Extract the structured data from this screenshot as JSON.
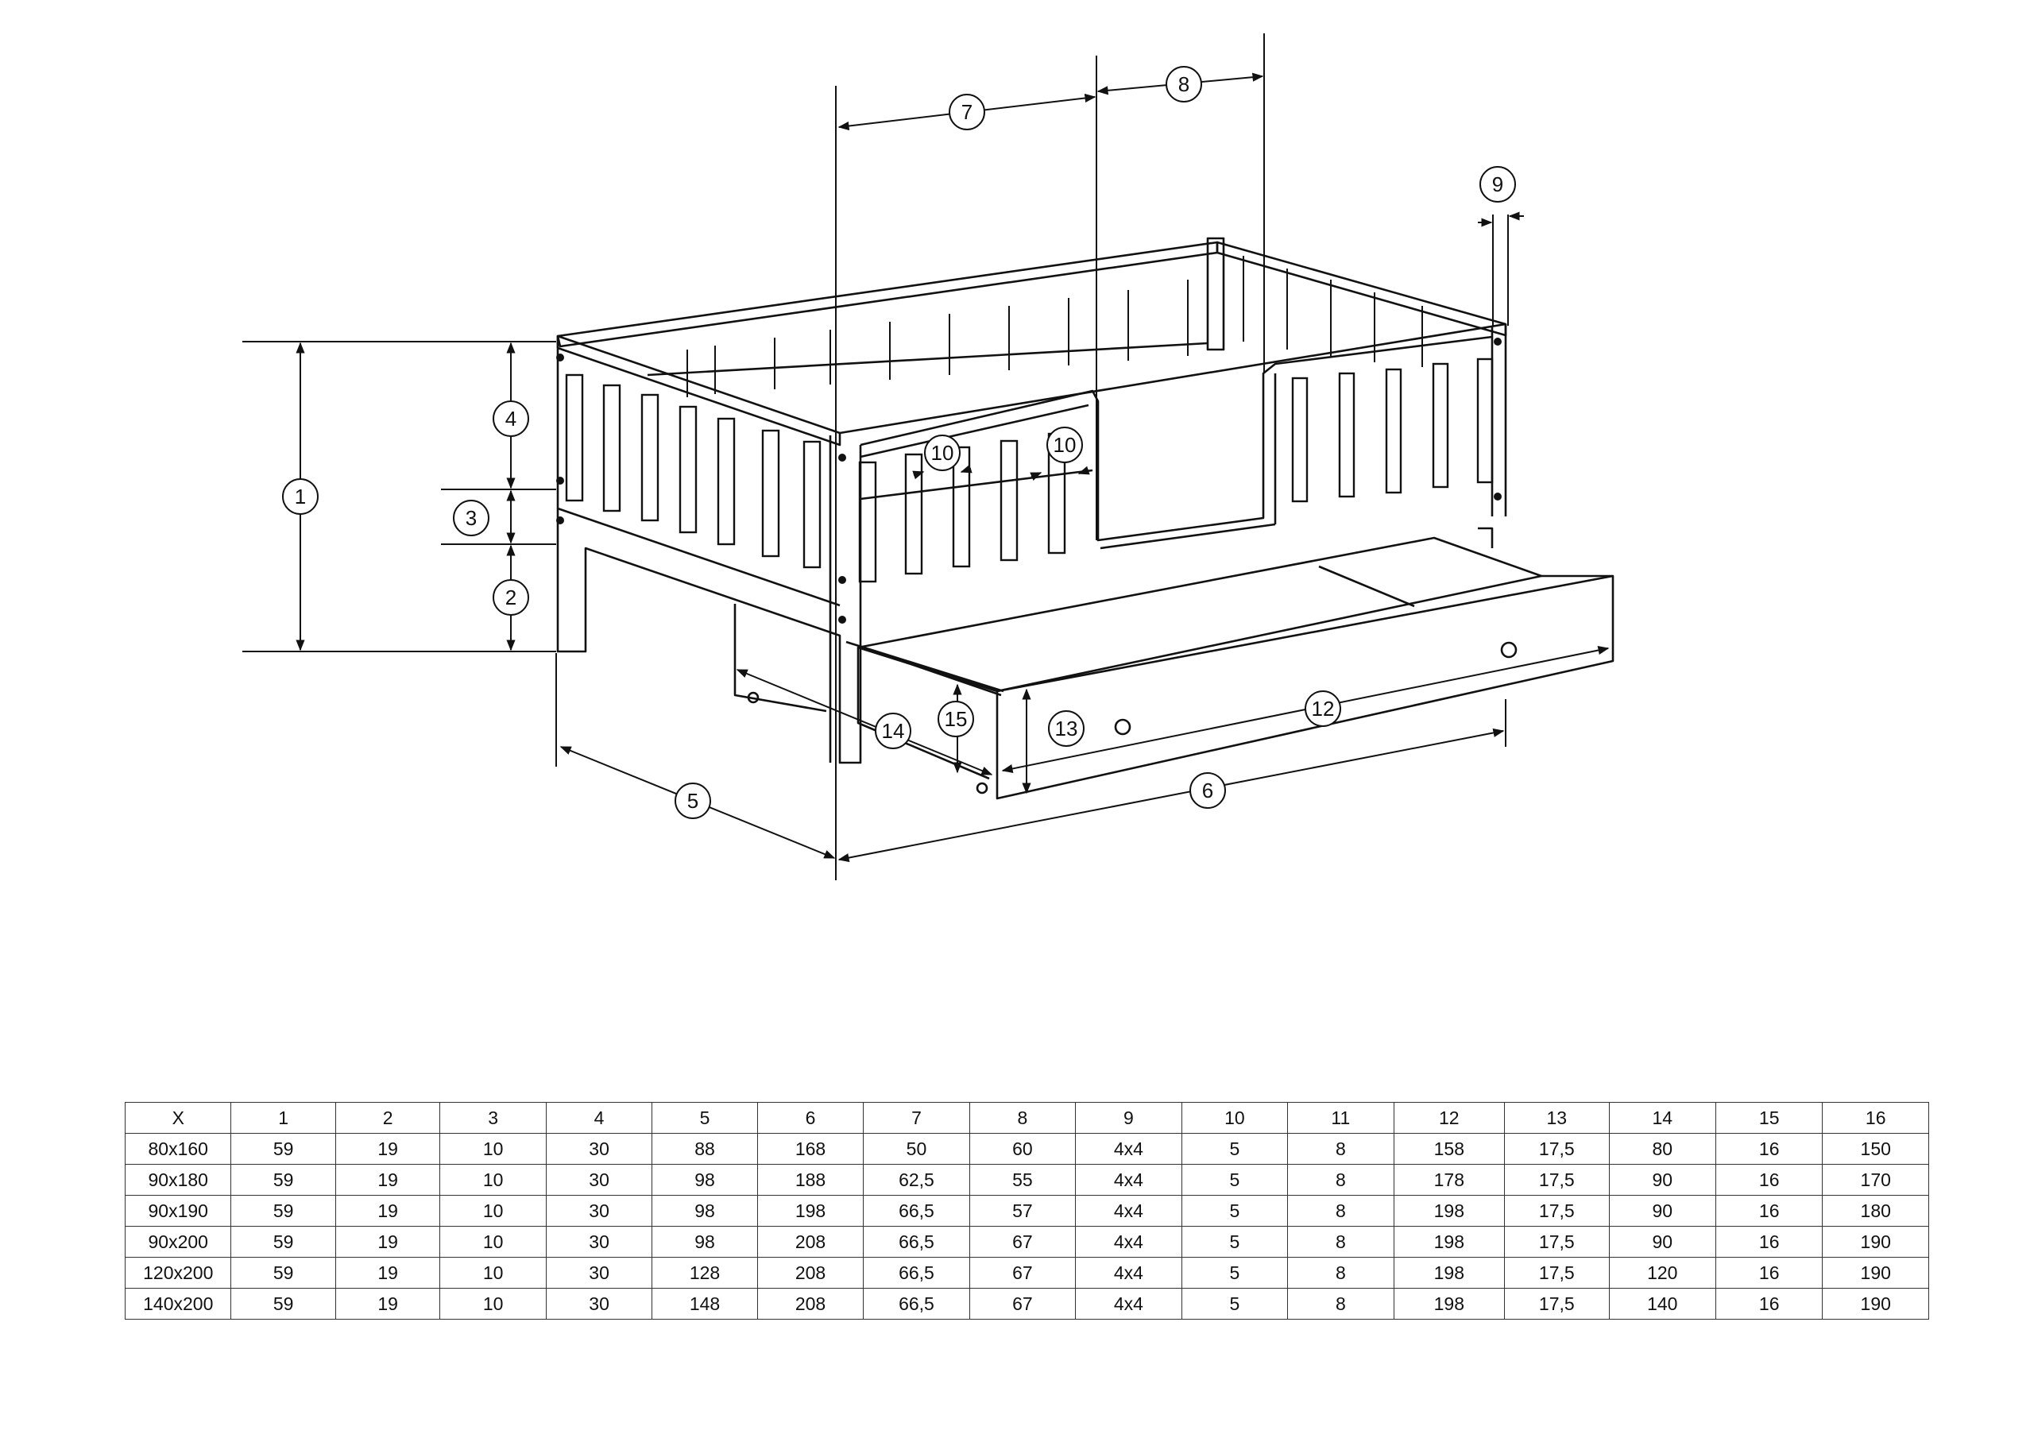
{
  "callouts": [
    "1",
    "2",
    "3",
    "4",
    "5",
    "6",
    "7",
    "8",
    "9",
    "10",
    "10",
    "12",
    "13",
    "14",
    "15"
  ],
  "table": {
    "headers": [
      "X",
      "1",
      "2",
      "3",
      "4",
      "5",
      "6",
      "7",
      "8",
      "9",
      "10",
      "11",
      "12",
      "13",
      "14",
      "15",
      "16"
    ],
    "rows": [
      [
        "80x160",
        "59",
        "19",
        "10",
        "30",
        "88",
        "168",
        "50",
        "60",
        "4x4",
        "5",
        "8",
        "158",
        "17,5",
        "80",
        "16",
        "150"
      ],
      [
        "90x180",
        "59",
        "19",
        "10",
        "30",
        "98",
        "188",
        "62,5",
        "55",
        "4x4",
        "5",
        "8",
        "178",
        "17,5",
        "90",
        "16",
        "170"
      ],
      [
        "90x190",
        "59",
        "19",
        "10",
        "30",
        "98",
        "198",
        "66,5",
        "57",
        "4x4",
        "5",
        "8",
        "198",
        "17,5",
        "90",
        "16",
        "180"
      ],
      [
        "90x200",
        "59",
        "19",
        "10",
        "30",
        "98",
        "208",
        "66,5",
        "67",
        "4x4",
        "5",
        "8",
        "198",
        "17,5",
        "90",
        "16",
        "190"
      ],
      [
        "120x200",
        "59",
        "19",
        "10",
        "30",
        "128",
        "208",
        "66,5",
        "67",
        "4x4",
        "5",
        "8",
        "198",
        "17,5",
        "120",
        "16",
        "190"
      ],
      [
        "140x200",
        "59",
        "19",
        "10",
        "30",
        "148",
        "208",
        "66,5",
        "67",
        "4x4",
        "5",
        "8",
        "198",
        "17,5",
        "140",
        "16",
        "190"
      ]
    ]
  }
}
